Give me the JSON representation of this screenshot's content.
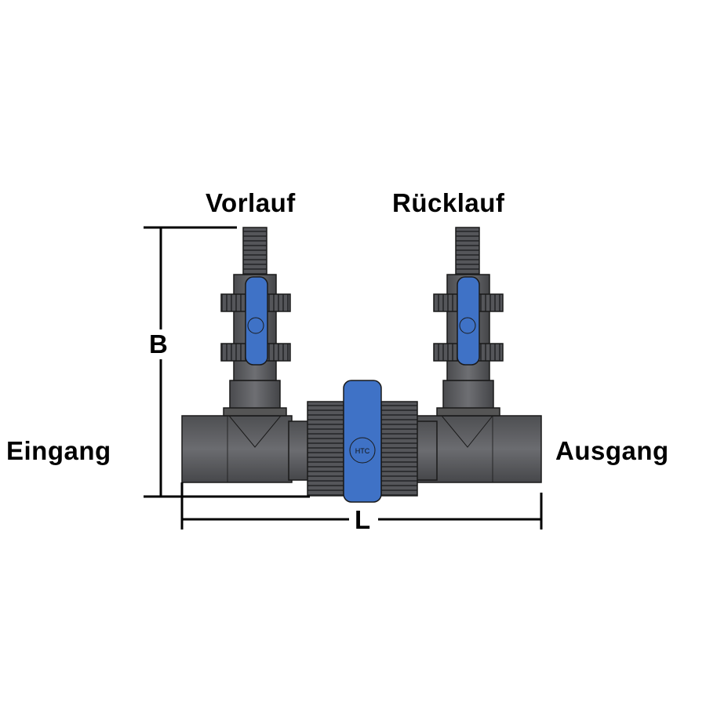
{
  "labels": {
    "supply": "Vorlauf",
    "return": "Rücklauf",
    "inlet": "Eingang",
    "outlet": "Ausgang",
    "height_dim": "B",
    "length_dim": "L"
  },
  "logo_text": "HTC",
  "colors": {
    "pipe": "#5a5b5e",
    "pipe_dark": "#3f4043",
    "handle": "#3f72c6",
    "outline": "#1a1a1a",
    "dimension": "#000000"
  }
}
